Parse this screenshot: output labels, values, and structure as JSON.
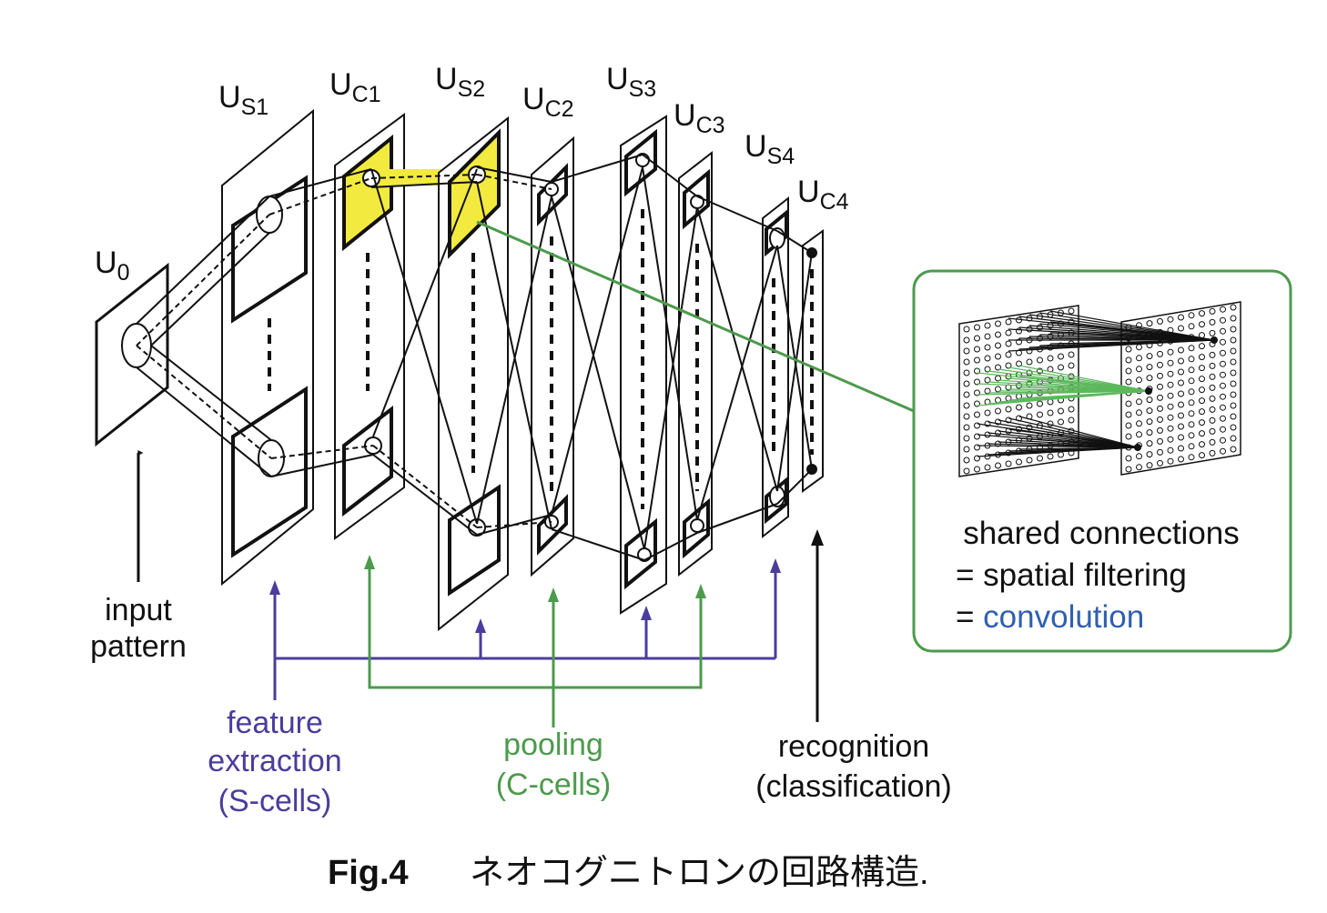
{
  "layers": [
    {
      "main": "U",
      "sub": "0"
    },
    {
      "main": "U",
      "sub": "S1"
    },
    {
      "main": "U",
      "sub": "C1"
    },
    {
      "main": "U",
      "sub": "S2"
    },
    {
      "main": "U",
      "sub": "C2"
    },
    {
      "main": "U",
      "sub": "S3"
    },
    {
      "main": "U",
      "sub": "C3"
    },
    {
      "main": "U",
      "sub": "S4"
    },
    {
      "main": "U",
      "sub": "C4"
    }
  ],
  "annotations": {
    "input": [
      "input",
      "pattern"
    ],
    "feature": [
      "feature",
      "extraction",
      "(S-cells)"
    ],
    "pooling": [
      "pooling",
      "(C-cells)"
    ],
    "recognition": [
      "recognition",
      "(classification)"
    ]
  },
  "inset": {
    "line1": "shared connections",
    "line2": "= spatial filtering",
    "line3_prefix": "= ",
    "line3_word": "convolution"
  },
  "caption": {
    "label": "Fig.4",
    "text": "ネオコグニトロンの回路構造."
  },
  "colors": {
    "feature": "#4a3d9c",
    "pooling": "#4c9a4c",
    "highlight": "#f2ea3f",
    "convolution": "#2f5fb0",
    "ink": "#111111"
  }
}
